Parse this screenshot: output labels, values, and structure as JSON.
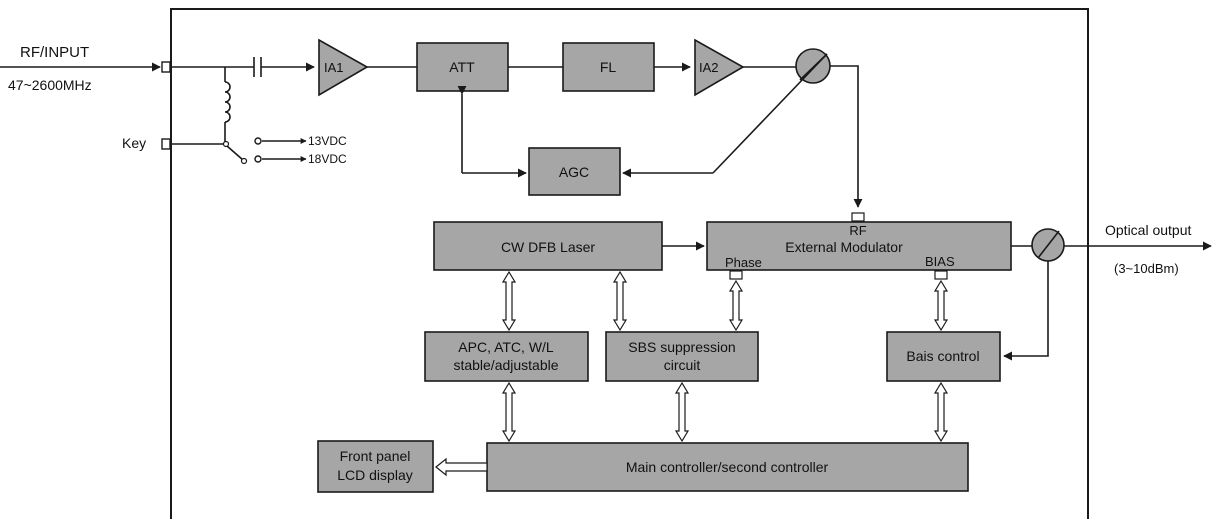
{
  "input": {
    "label": "RF/INPUT",
    "range": "47~2600MHz"
  },
  "key": {
    "label": "Key",
    "option_13": "13VDC",
    "option_18": "18VDC"
  },
  "blocks": {
    "ia1": "IA1",
    "att": "ATT",
    "fl": "FL",
    "ia2": "IA2",
    "agc": "AGC",
    "laser": "CW DFB Laser",
    "modulator": "External Modulator",
    "modulator_rf": "RF",
    "modulator_phase": "Phase",
    "modulator_bias": "BIAS",
    "apc_line1": "APC, ATC, W/L",
    "apc_line2": "stable/adjustable",
    "sbs_line1": "SBS suppression",
    "sbs_line2": "circuit",
    "bias_control": "Bais control",
    "main_controller": "Main controller/second controller",
    "lcd_line1": "Front panel",
    "lcd_line2": "LCD display"
  },
  "output": {
    "label": "Optical output",
    "range": "(3~10dBm)"
  },
  "colors": {
    "block_fill": "#a6a6a6",
    "line": "#1a1a1a",
    "background": "#ffffff"
  }
}
